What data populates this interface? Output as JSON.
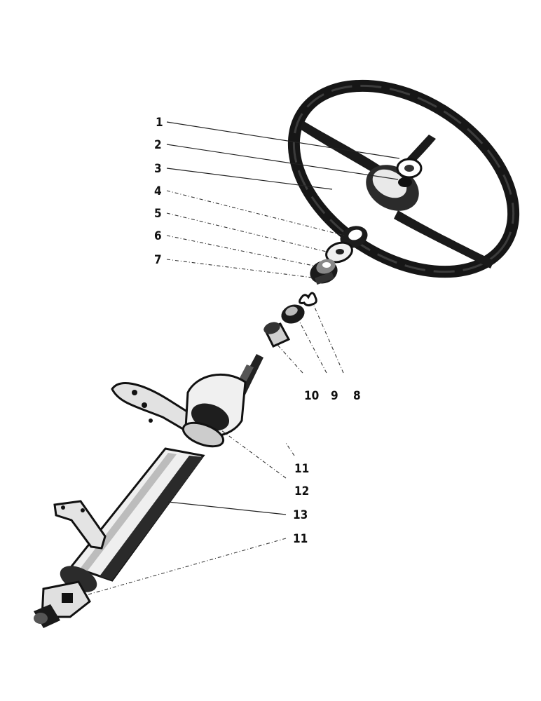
{
  "callouts": [
    {
      "id": "c1",
      "label": "1"
    },
    {
      "id": "c2",
      "label": "2"
    },
    {
      "id": "c3",
      "label": "3"
    },
    {
      "id": "c4",
      "label": "4"
    },
    {
      "id": "c5",
      "label": "5"
    },
    {
      "id": "c6",
      "label": "6"
    },
    {
      "id": "c7",
      "label": "7"
    },
    {
      "id": "c8",
      "label": "8"
    },
    {
      "id": "c9",
      "label": "9"
    },
    {
      "id": "c10",
      "label": "10"
    },
    {
      "id": "c11a",
      "label": "11"
    },
    {
      "id": "c12",
      "label": "12"
    },
    {
      "id": "c13",
      "label": "13"
    },
    {
      "id": "c11b",
      "label": "11"
    }
  ]
}
